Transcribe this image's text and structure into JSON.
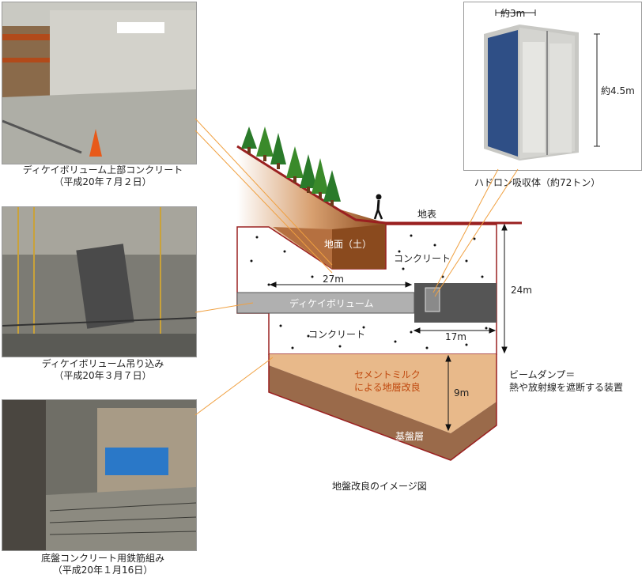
{
  "photos": {
    "top": {
      "caption_line1": "ディケイボリューム上部コンクリート",
      "caption_line2": "（平成20年７月２日）"
    },
    "middle": {
      "caption_line1": "ディケイボリューム吊り込み",
      "caption_line2": "（平成20年３月７日）"
    },
    "bottom": {
      "caption_line1": "底盤コンクリート用鉄筋組み",
      "caption_line2": "（平成20年１月16日）"
    }
  },
  "absorber": {
    "width_label": "約3m",
    "height_label": "約4.5m",
    "caption": "ハドロン吸収体（約72トン）"
  },
  "cross_section": {
    "ground_surface": "地表",
    "soil": "地面（土）",
    "concrete_upper": "コンクリート",
    "concrete_lower": "コンクリート",
    "decay_volume": "ディケイボリューム",
    "dim_27m": "27m",
    "dim_17m": "17m",
    "dim_24m": "24m",
    "dim_9m": "9m",
    "improvement_line1": "セメントミルク",
    "improvement_line2": "による地層改良",
    "bedrock": "基盤層",
    "beam_dump_line1": "ビームダンプ＝",
    "beam_dump_line2": "熱や放射線を遮断する装置",
    "figure_caption": "地盤改良のイメージ図"
  },
  "colors": {
    "soil_dark": "#8a4a1e",
    "improved_layer": "#e8b98a",
    "bedrock": "#9a6a4a",
    "decay_volume": "#b0b0b0",
    "beam_dump": "#555555",
    "leader": "#f0a040",
    "outline": "#9a2020"
  }
}
